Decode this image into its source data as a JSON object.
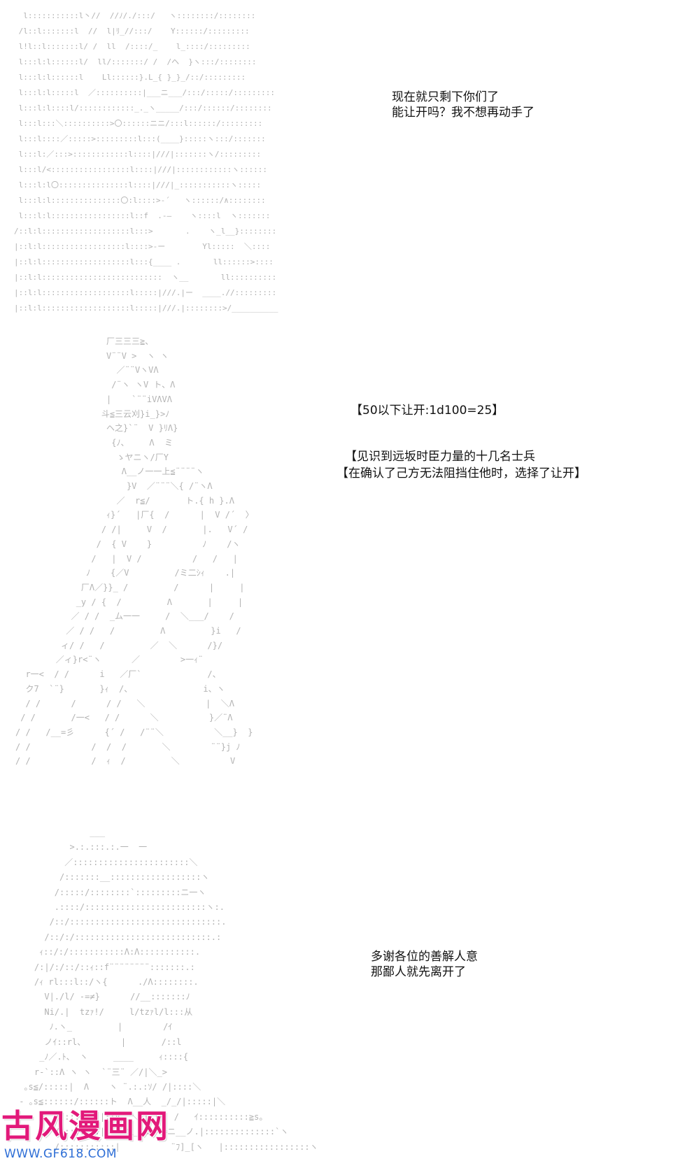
{
  "panel1": {
    "ascii": "  l:::::::::::l丶//  //ﾉ/./:::/   ヽ::::::::/::::::::\n /l::l:::::::l  //  l|ﾘ_//:::/    Y::::::/:::::::::\n l!l::l:::::::l/ /  ll  /::::/_    l_::::/:::::::::\n l:::l:l::::::l/  ll/:::::::/ /  /ヘ  }ヽ:::/::::::::\n l:::l:l::::::l    Ll::::::}.L_{ }_}_/::/:::::::::\n l:::l:l:::::l  ／::::::::::|___ニ___/:::/:::::/:::::::::\n l:::l:l::::l/::::::::::::_._ヽ_____/:::/::::::/::::::::\n l:::l:::＼::::::::::>〇::::::ニニ/:::l::::::/:::::::::\n l:::l::::／:::::>:::::::::l:::(____}:::::ヽ:::/:::::::\n l:::l:／:::>::::::::::::l::::|///|:::::::ヽ/:::::::::\n l:::l/<:::::::::::::::::l::::|///|::::::::::::ヽ::::::\n l:::l:l〇:::::::::::::::l::::|///|_:::::::::::ヽ:::::\n l:::l:l:::::::::::::::〇:l::::>-´   ヽ::::::/∧::::::::\n l:::l:l:::::::::::::::::l::f  .-―    ヽ::::l  ヽ:::::::\n/::l:l:::::::::::::::::::l:::>       .    ヽ_l__}::::::::\n|::l:l::::::::::::::::::l::::>-ー        Yl:::::  ＼::::\n|::l:l:::::::::::::::::::l:::{____ .       ll::::::>::::\n|::l:l::::::::::::::::::::::::::  ヽ__       ll::::::::::\n|::l:l:::::::::::::::::::l:::::|///.|ー  ____.//:::::::::\n|::l:l:::::::::::::::::::l:::::|///.|::::::::>/__________",
    "dialog": "现在就只剩下你们了\n能让开吗？我不想再动手了"
  },
  "panel2": {
    "ascii": "                  厂三三三≧、\n                  V¨¨V >  ヽ ヽ\n                    ／¨¨VヽVΛ\n                   /¨ヽ ヽV ト、Λ\n                  |    `¨¨iVΛVΛ\n                 斗≦三云刈}i_}>ﾉ\n                  ヘ之}`¨  V }ﾘΛ}\n                   {ﾉ、    Λ  ミ\n                    ゝヤニヽ/厂Y\n                     Λ__ノ一一上≦¨¨¨¨ヽ\n                      }V  ／¨¨¨＼{ /¨ヽΛ\n                    ／  r≦/       ト.{ h }.Λ\n                  ｨ}´   |厂{  /      |  V /´  〉\n                 / /|     V  /       |.   V´ /\n                /  { V    }          ﾉ    /ヽ\n               /   |  V /          /   /   |\n              ﾉ    {／V         /ミ二ｼｨ    .|\n             厂Λ／}}_ /         /      |     |\n            _y / {  /         Λ       |     |\n           ／ / /  _ム一一     /  ＼___/    /\n          ／ / /   /         Λ         }i   /\n         ィ/ /   /         ／  ＼      /}/\n        ／ィ}r<¨ヽ      ／        >一ｨ¨\n  r一<  / /      i   ／厂`             /、\n  ク7  `¨}       }ｨ  /、              i、ヽ\n  / /      /      / /   ＼            |  ＼Λ\n / /       /一<   / /      ＼          }／¨Λ\n/ /   /__=彡      {´ /   /¨¨＼          ＼__}  }\n/ /            /  /  /       ＼        ¨¨}j ﾉ\n/ /            /  ｨ  /         ＼          V",
    "dialog_lines": [
      "【50以下让开:1d100=25】",
      "【见识到远坂时臣力量的十几名士兵",
      "【在确认了己方无法阻挡住他时，选择了让开】"
    ]
  },
  "panel3": {
    "ascii": "               ___\n           >.:.:::.:.一  一\n          ／:::::::::::::::::::::::＼\n         /:::::::__::::::::::::::::::ヽ\n        /:::::/::::::::`:::::::::ニ一ヽ\n        .::::/::::::::::::::::::::::::ヽ:.\n       /::/::::::::::::::::::::::::::::::.\n      /::/:/:::::::::::::::::::::::::::.:\n     ｨ::/:/:::::::::::Λ:Λ:::::::::::.\n    /:|/:/::/::ｨ::f¨¨¨¨¨¨¨¨:::::::.:\n    /ｨ rl:::l::/ヽ{      ./Λ::::::::.\n      V|./l/ -=≠}      //__:::::::ﾉ\n      Ni/.|  tzｧ!/     l/tzｧl/l:::从\n       ﾉ.ヽ_         |        /ｲ\n      ノｲ::rl、       |       /::l\n     _ﾉ／.ﾄ、 ヽ     ____     ｨ::::{\n    r-`::Λ ヽ ヽ  `¨三¨ ／/|＼_>\n  ｡s≦/:::::|  Λ    ヽ ¨.:.:ｿ/ /|::::＼\n - ｡s≦::::::/::::::ト  Λ__人  _/_/|:::::|＼\n        /::::::::|::V  ＼ | |/  /   ｲ::::::::::≧s。\n        /::::::::|    ＼__ニ=-=ニ__ノ.|::::::::::::::`ヽ\n        /:::::::::::|          ¨ﾌ]_[ヽ   |:::::::::::::::::ヽ",
    "dialog": "多谢各位的善解人意\n那鄙人就先离开了"
  },
  "watermark": {
    "logo": "古风漫画网",
    "url": "WWW.GF618.COM",
    "colors": {
      "logo": "#e2197a",
      "url": "#2f6fd6"
    }
  }
}
